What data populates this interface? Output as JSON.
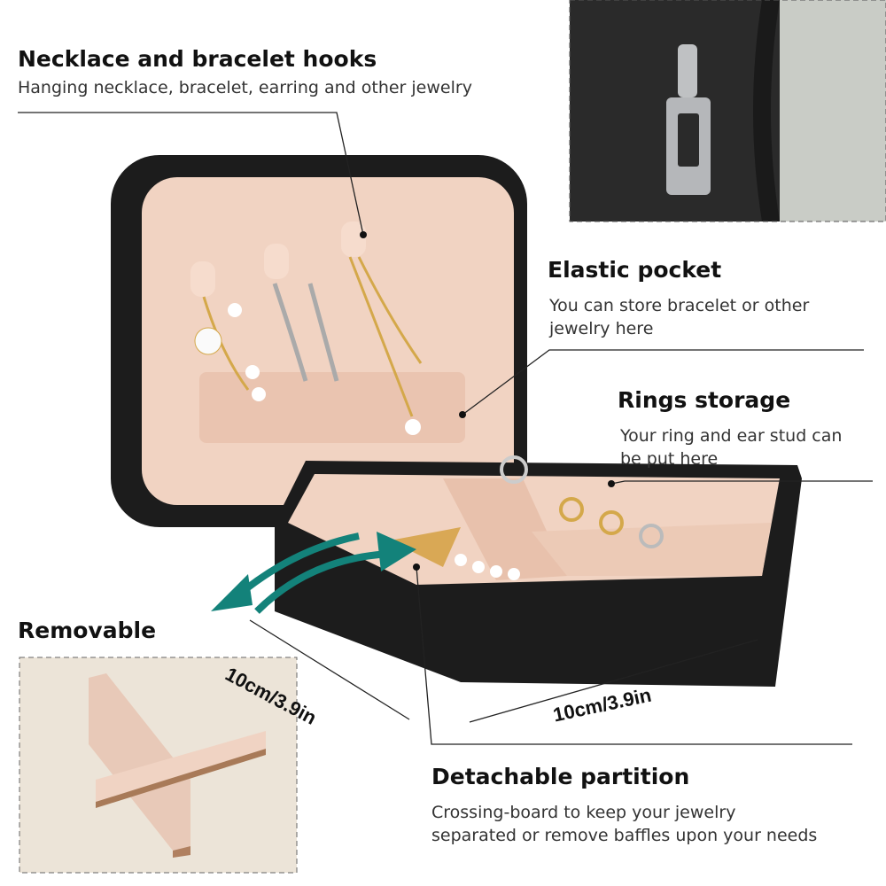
{
  "features": {
    "hooks": {
      "title": "Necklace and bracelet hooks",
      "desc": "Hanging necklace, bracelet, earring and other jewelry"
    },
    "pocket": {
      "title": "Elastic pocket",
      "desc_line1": "You can store bracelet or other",
      "desc_line2": "jewelry here"
    },
    "rings": {
      "title": "Rings storage",
      "desc_line1": "Your ring and ear stud can",
      "desc_line2": "be put here"
    },
    "removable": {
      "title": "Removable"
    },
    "partition": {
      "title": "Detachable partition",
      "desc_line1": "Crossing-board to keep your jewelry",
      "desc_line2": "separated or remove baffles upon your needs"
    }
  },
  "dimensions": {
    "depth": "10cm/3.9in",
    "width": "10cm/3.9in"
  },
  "colors": {
    "case": "#1c1c1c",
    "lining": "#f1d3c2",
    "arrow": "#13827a",
    "inset_bg": "#ece4d8"
  }
}
